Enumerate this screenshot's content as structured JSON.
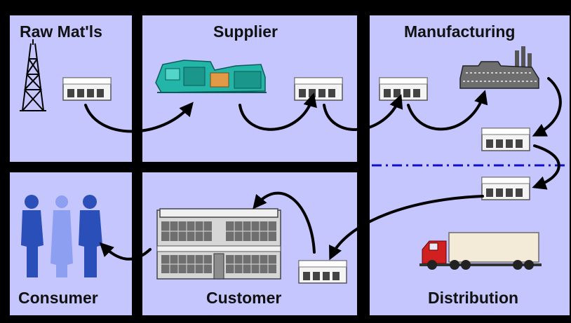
{
  "panels": {
    "raw": "Raw Mat'ls",
    "supplier": "Supplier",
    "manufacturing": "Manufacturing",
    "consumer": "Consumer",
    "customer": "Customer",
    "distribution": "Distribution"
  },
  "colors": {
    "panel_fill": "#c6c6ff",
    "frame": "#000000",
    "divider": "#1010c8",
    "arrow": "#000000",
    "people": "#2a4fb8",
    "people_light": "#8c9ff0",
    "factory_equipment": "#22b5a8",
    "truck_cab": "#d02020",
    "trailer": "#f3ead8"
  },
  "icons": [
    "oil-derrick-icon",
    "warehouse-icon",
    "industrial-machine-icon",
    "factory-icon",
    "office-building-icon",
    "truck-icon",
    "people-silhouettes-icon"
  ]
}
